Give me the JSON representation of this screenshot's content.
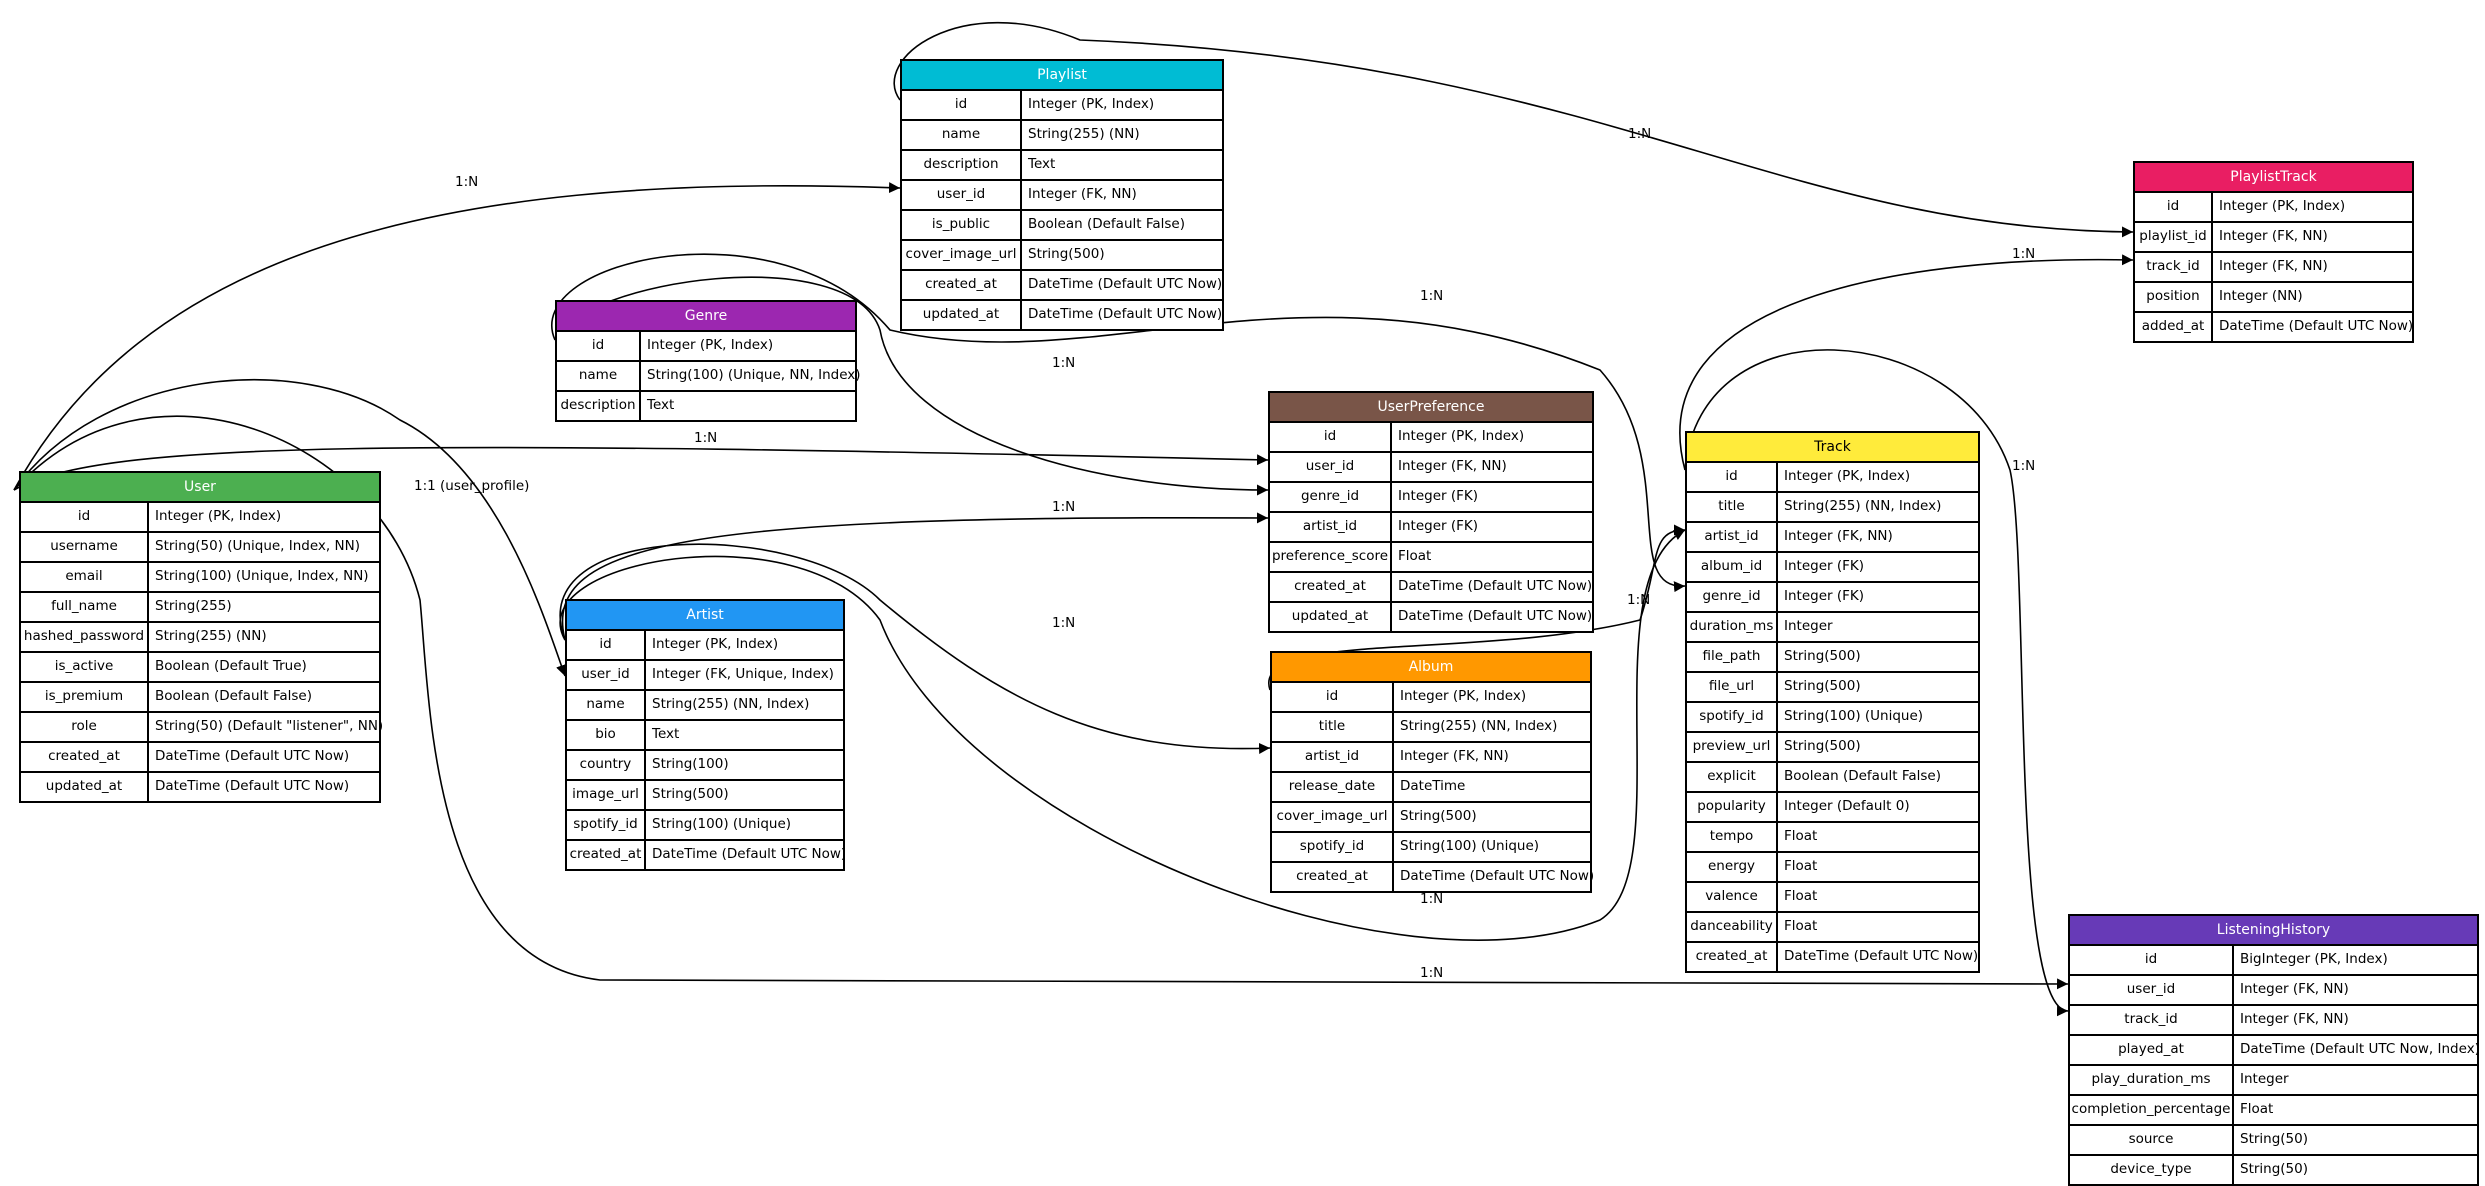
{
  "entities": {
    "playlist": {
      "name": "Playlist",
      "color": "#00bcd4",
      "rows": [
        {
          "n": "id",
          "t": "Integer (PK, Index)"
        },
        {
          "n": "name",
          "t": "String(255) (NN)"
        },
        {
          "n": "description",
          "t": "Text"
        },
        {
          "n": "user_id",
          "t": "Integer (FK, NN)"
        },
        {
          "n": "is_public",
          "t": "Boolean (Default False)"
        },
        {
          "n": "cover_image_url",
          "t": "String(500)"
        },
        {
          "n": "created_at",
          "t": "DateTime (Default UTC Now)"
        },
        {
          "n": "updated_at",
          "t": "DateTime (Default UTC Now)"
        }
      ]
    },
    "playlisttrack": {
      "name": "PlaylistTrack",
      "color": "#e91e63",
      "rows": [
        {
          "n": "id",
          "t": "Integer (PK, Index)"
        },
        {
          "n": "playlist_id",
          "t": "Integer (FK, NN)"
        },
        {
          "n": "track_id",
          "t": "Integer (FK, NN)"
        },
        {
          "n": "position",
          "t": "Integer (NN)"
        },
        {
          "n": "added_at",
          "t": "DateTime (Default UTC Now)"
        }
      ]
    },
    "genre": {
      "name": "Genre",
      "color": "#9c27b0",
      "rows": [
        {
          "n": "id",
          "t": "Integer (PK, Index)"
        },
        {
          "n": "name",
          "t": "String(100) (Unique, NN, Index)"
        },
        {
          "n": "description",
          "t": "Text"
        }
      ]
    },
    "userpreference": {
      "name": "UserPreference",
      "color": "#795548",
      "rows": [
        {
          "n": "id",
          "t": "Integer (PK, Index)"
        },
        {
          "n": "user_id",
          "t": "Integer (FK, NN)"
        },
        {
          "n": "genre_id",
          "t": "Integer (FK)"
        },
        {
          "n": "artist_id",
          "t": "Integer (FK)"
        },
        {
          "n": "preference_score",
          "t": "Float"
        },
        {
          "n": "created_at",
          "t": "DateTime (Default UTC Now)"
        },
        {
          "n": "updated_at",
          "t": "DateTime (Default UTC Now)"
        }
      ]
    },
    "track": {
      "name": "Track",
      "color": "#ffeb3b",
      "header_text": "#000000",
      "rows": [
        {
          "n": "id",
          "t": "Integer (PK, Index)"
        },
        {
          "n": "title",
          "t": "String(255) (NN, Index)"
        },
        {
          "n": "artist_id",
          "t": "Integer (FK, NN)"
        },
        {
          "n": "album_id",
          "t": "Integer (FK)"
        },
        {
          "n": "genre_id",
          "t": "Integer (FK)"
        },
        {
          "n": "duration_ms",
          "t": "Integer"
        },
        {
          "n": "file_path",
          "t": "String(500)"
        },
        {
          "n": "file_url",
          "t": "String(500)"
        },
        {
          "n": "spotify_id",
          "t": "String(100) (Unique)"
        },
        {
          "n": "preview_url",
          "t": "String(500)"
        },
        {
          "n": "explicit",
          "t": "Boolean (Default False)"
        },
        {
          "n": "popularity",
          "t": "Integer (Default 0)"
        },
        {
          "n": "tempo",
          "t": "Float"
        },
        {
          "n": "energy",
          "t": "Float"
        },
        {
          "n": "valence",
          "t": "Float"
        },
        {
          "n": "danceability",
          "t": "Float"
        },
        {
          "n": "created_at",
          "t": "DateTime (Default UTC Now)"
        }
      ]
    },
    "user": {
      "name": "User",
      "color": "#4caf50",
      "rows": [
        {
          "n": "id",
          "t": "Integer (PK, Index)"
        },
        {
          "n": "username",
          "t": "String(50) (Unique, Index, NN)"
        },
        {
          "n": "email",
          "t": "String(100) (Unique, Index, NN)"
        },
        {
          "n": "full_name",
          "t": "String(255)"
        },
        {
          "n": "hashed_password",
          "t": "String(255) (NN)"
        },
        {
          "n": "is_active",
          "t": "Boolean (Default True)"
        },
        {
          "n": "is_premium",
          "t": "Boolean (Default False)"
        },
        {
          "n": "role",
          "t": "String(50) (Default \"listener\", NN)"
        },
        {
          "n": "created_at",
          "t": "DateTime (Default UTC Now)"
        },
        {
          "n": "updated_at",
          "t": "DateTime (Default UTC Now)"
        }
      ]
    },
    "artist": {
      "name": "Artist",
      "color": "#2196f3",
      "rows": [
        {
          "n": "id",
          "t": "Integer (PK, Index)"
        },
        {
          "n": "user_id",
          "t": "Integer (FK, Unique, Index)"
        },
        {
          "n": "name",
          "t": "String(255) (NN, Index)"
        },
        {
          "n": "bio",
          "t": "Text"
        },
        {
          "n": "country",
          "t": "String(100)"
        },
        {
          "n": "image_url",
          "t": "String(500)"
        },
        {
          "n": "spotify_id",
          "t": "String(100) (Unique)"
        },
        {
          "n": "created_at",
          "t": "DateTime (Default UTC Now)"
        }
      ]
    },
    "album": {
      "name": "Album",
      "color": "#ff9800",
      "rows": [
        {
          "n": "id",
          "t": "Integer (PK, Index)"
        },
        {
          "n": "title",
          "t": "String(255) (NN, Index)"
        },
        {
          "n": "artist_id",
          "t": "Integer (FK, NN)"
        },
        {
          "n": "release_date",
          "t": "DateTime"
        },
        {
          "n": "cover_image_url",
          "t": "String(500)"
        },
        {
          "n": "spotify_id",
          "t": "String(100) (Unique)"
        },
        {
          "n": "created_at",
          "t": "DateTime (Default UTC Now)"
        }
      ]
    },
    "listeninghistory": {
      "name": "ListeningHistory",
      "color": "#673ab7",
      "rows": [
        {
          "n": "id",
          "t": "BigInteger (PK, Index)"
        },
        {
          "n": "user_id",
          "t": "Integer (FK, NN)"
        },
        {
          "n": "track_id",
          "t": "Integer (FK, NN)"
        },
        {
          "n": "played_at",
          "t": "DateTime (Default UTC Now, Index)"
        },
        {
          "n": "play_duration_ms",
          "t": "Integer"
        },
        {
          "n": "completion_percentage",
          "t": "Float"
        },
        {
          "n": "source",
          "t": "String(50)"
        },
        {
          "n": "device_type",
          "t": "String(50)"
        }
      ]
    }
  },
  "relationships": [
    {
      "from": "user",
      "to": "playlist",
      "label": "1:N"
    },
    {
      "from": "playlist",
      "to": "playlisttrack",
      "label": "1:N"
    },
    {
      "from": "track",
      "to": "playlisttrack",
      "label": "1:N"
    },
    {
      "from": "user",
      "to": "userpreference",
      "label": "1:N"
    },
    {
      "from": "genre",
      "to": "userpreference",
      "label": "1:N"
    },
    {
      "from": "genre",
      "to": "track",
      "label": "1:N"
    },
    {
      "from": "artist",
      "to": "userpreference",
      "label": "1:N"
    },
    {
      "from": "artist",
      "to": "album",
      "label": "1:N"
    },
    {
      "from": "artist",
      "to": "track",
      "label": "1:N"
    },
    {
      "from": "album",
      "to": "track",
      "label": "1:N"
    },
    {
      "from": "user",
      "to": "artist",
      "label": "1:1 (user_profile)"
    },
    {
      "from": "user",
      "to": "listeninghistory",
      "label": "1:N"
    },
    {
      "from": "track",
      "to": "listeninghistory",
      "label": "1:N"
    }
  ]
}
